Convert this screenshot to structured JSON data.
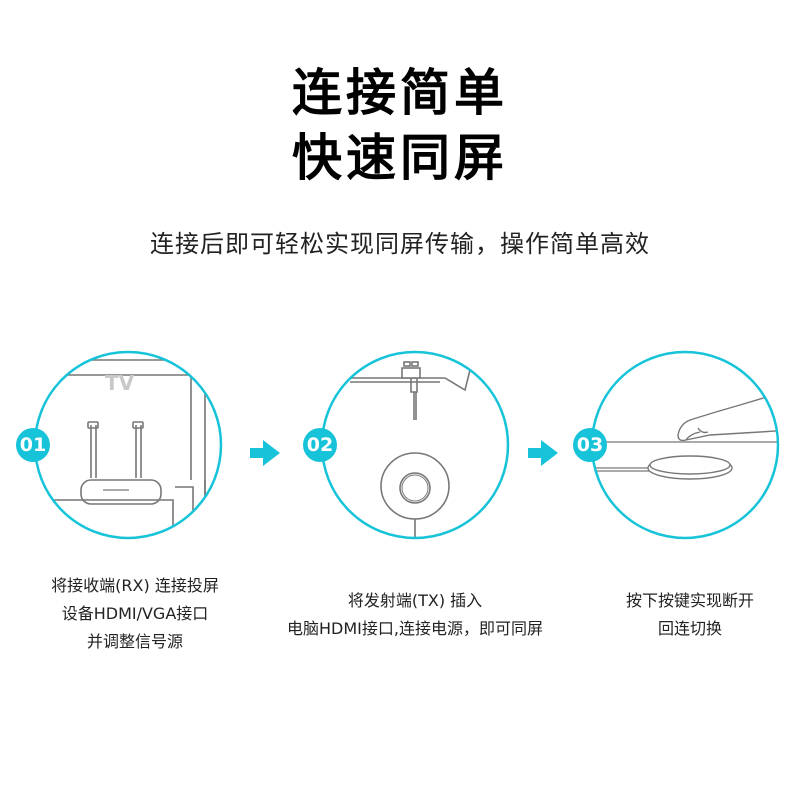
{
  "header": {
    "title_line1": "连接简单",
    "title_line2": "快速同屏",
    "subtitle": "连接后即可轻松实现同屏传输，操作简单高效"
  },
  "steps": [
    {
      "number": "01",
      "icon": "tv-receiver-illustration",
      "screen_label": "TV",
      "caption_lines": [
        "将接收端(RX) 连接投屏",
        "设备HDMI/VGA接口",
        "并调整信号源"
      ]
    },
    {
      "number": "02",
      "icon": "laptop-transmitter-illustration",
      "caption_lines": [
        "将发射端(TX) 插入",
        "电脑HDMI接口,连接电源，即可同屏"
      ]
    },
    {
      "number": "03",
      "icon": "hand-press-button-illustration",
      "caption_lines": [
        "按下按键实现断开",
        "回连切换"
      ]
    }
  ],
  "colors": {
    "accent": "#16c3d8",
    "line": "#9a9a9a"
  }
}
